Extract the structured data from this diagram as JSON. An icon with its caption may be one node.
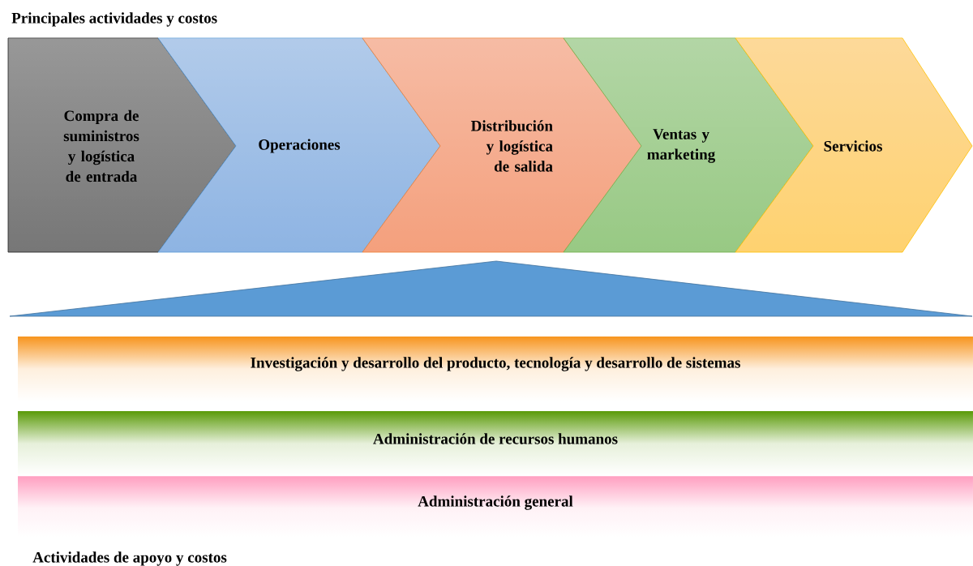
{
  "diagram": {
    "title": "Principales actividades y costos",
    "nodes": [
      {
        "text": [
          "Compra de suministros y logística de entrada"
        ]
      },
      {
        "text": [
          "Operaciones"
        ]
      },
      {
        "text": [
          "Distribución y logística de salida"
        ]
      },
      {
        "text": [
          "Ventas y marketing"
        ]
      },
      {
        "text": [
          "Servicios"
        ]
      },
      {
        "text": [
          "Investigación y desarrollo del producto, tecnología y desarrollo de sistemas"
        ]
      },
      {
        "text": [
          "Administración de recursos humanos"
        ]
      },
      {
        "text": [
          "Administración general"
        ]
      }
    ],
    "labels": [
      "Actividades de apoyo y costos"
    ]
  }
}
